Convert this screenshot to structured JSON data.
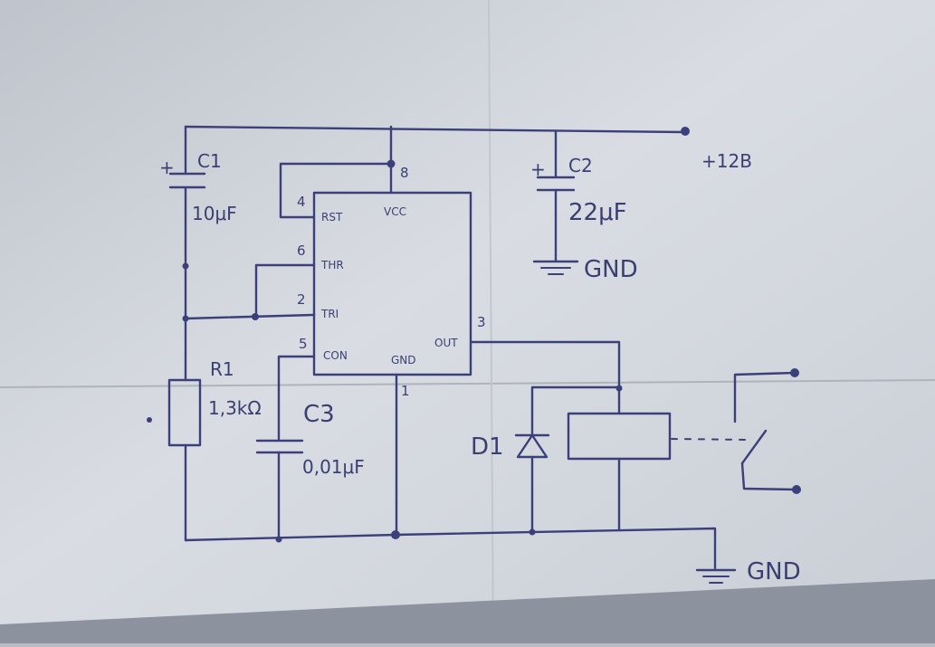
{
  "supply": {
    "label": "+12В"
  },
  "ic": {
    "pins": {
      "rst": {
        "name": "RST",
        "number": "4"
      },
      "vcc": {
        "name": "VCC",
        "number": "8"
      },
      "thr": {
        "name": "THR",
        "number": "6"
      },
      "tri": {
        "name": "TRI",
        "number": "2"
      },
      "con": {
        "name": "CON",
        "number": "5"
      },
      "gnd": {
        "name": "GND",
        "number": "1"
      },
      "out": {
        "name": "OUT",
        "number": "3"
      }
    }
  },
  "components": {
    "c1": {
      "ref": "C1",
      "value": "10μF",
      "polarity": "+"
    },
    "c2": {
      "ref": "C2",
      "value": "22μF",
      "polarity": "+"
    },
    "c3": {
      "ref": "C3",
      "value": "0,01μF"
    },
    "r1": {
      "ref": "R1",
      "value": "1,3kΩ"
    },
    "d1": {
      "ref": "D1"
    }
  },
  "grounds": {
    "c2_ground": "GND",
    "main_ground": "GND"
  }
}
